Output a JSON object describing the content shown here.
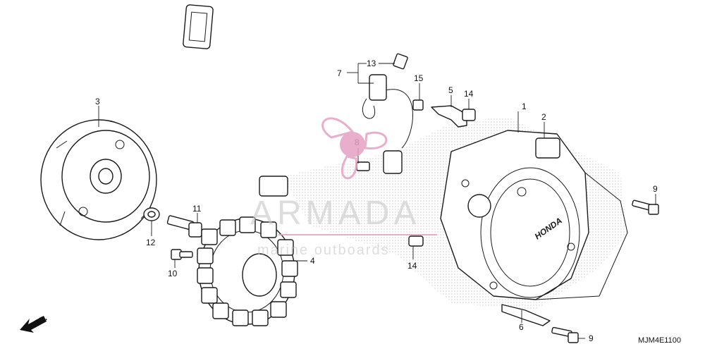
{
  "diagram": {
    "code": "MJM4E1100",
    "direction_label": "FR.",
    "callouts": [
      "1",
      "2",
      "3",
      "4",
      "5",
      "6",
      "7",
      "8",
      "9",
      "9",
      "10",
      "11",
      "12",
      "13",
      "14",
      "14",
      "15"
    ],
    "brand_mark": "HONDA"
  },
  "watermark": {
    "title": "ARMADA",
    "subtitle": "marine outboards",
    "color": "#e6a0c4",
    "icon": "propeller-icon"
  }
}
